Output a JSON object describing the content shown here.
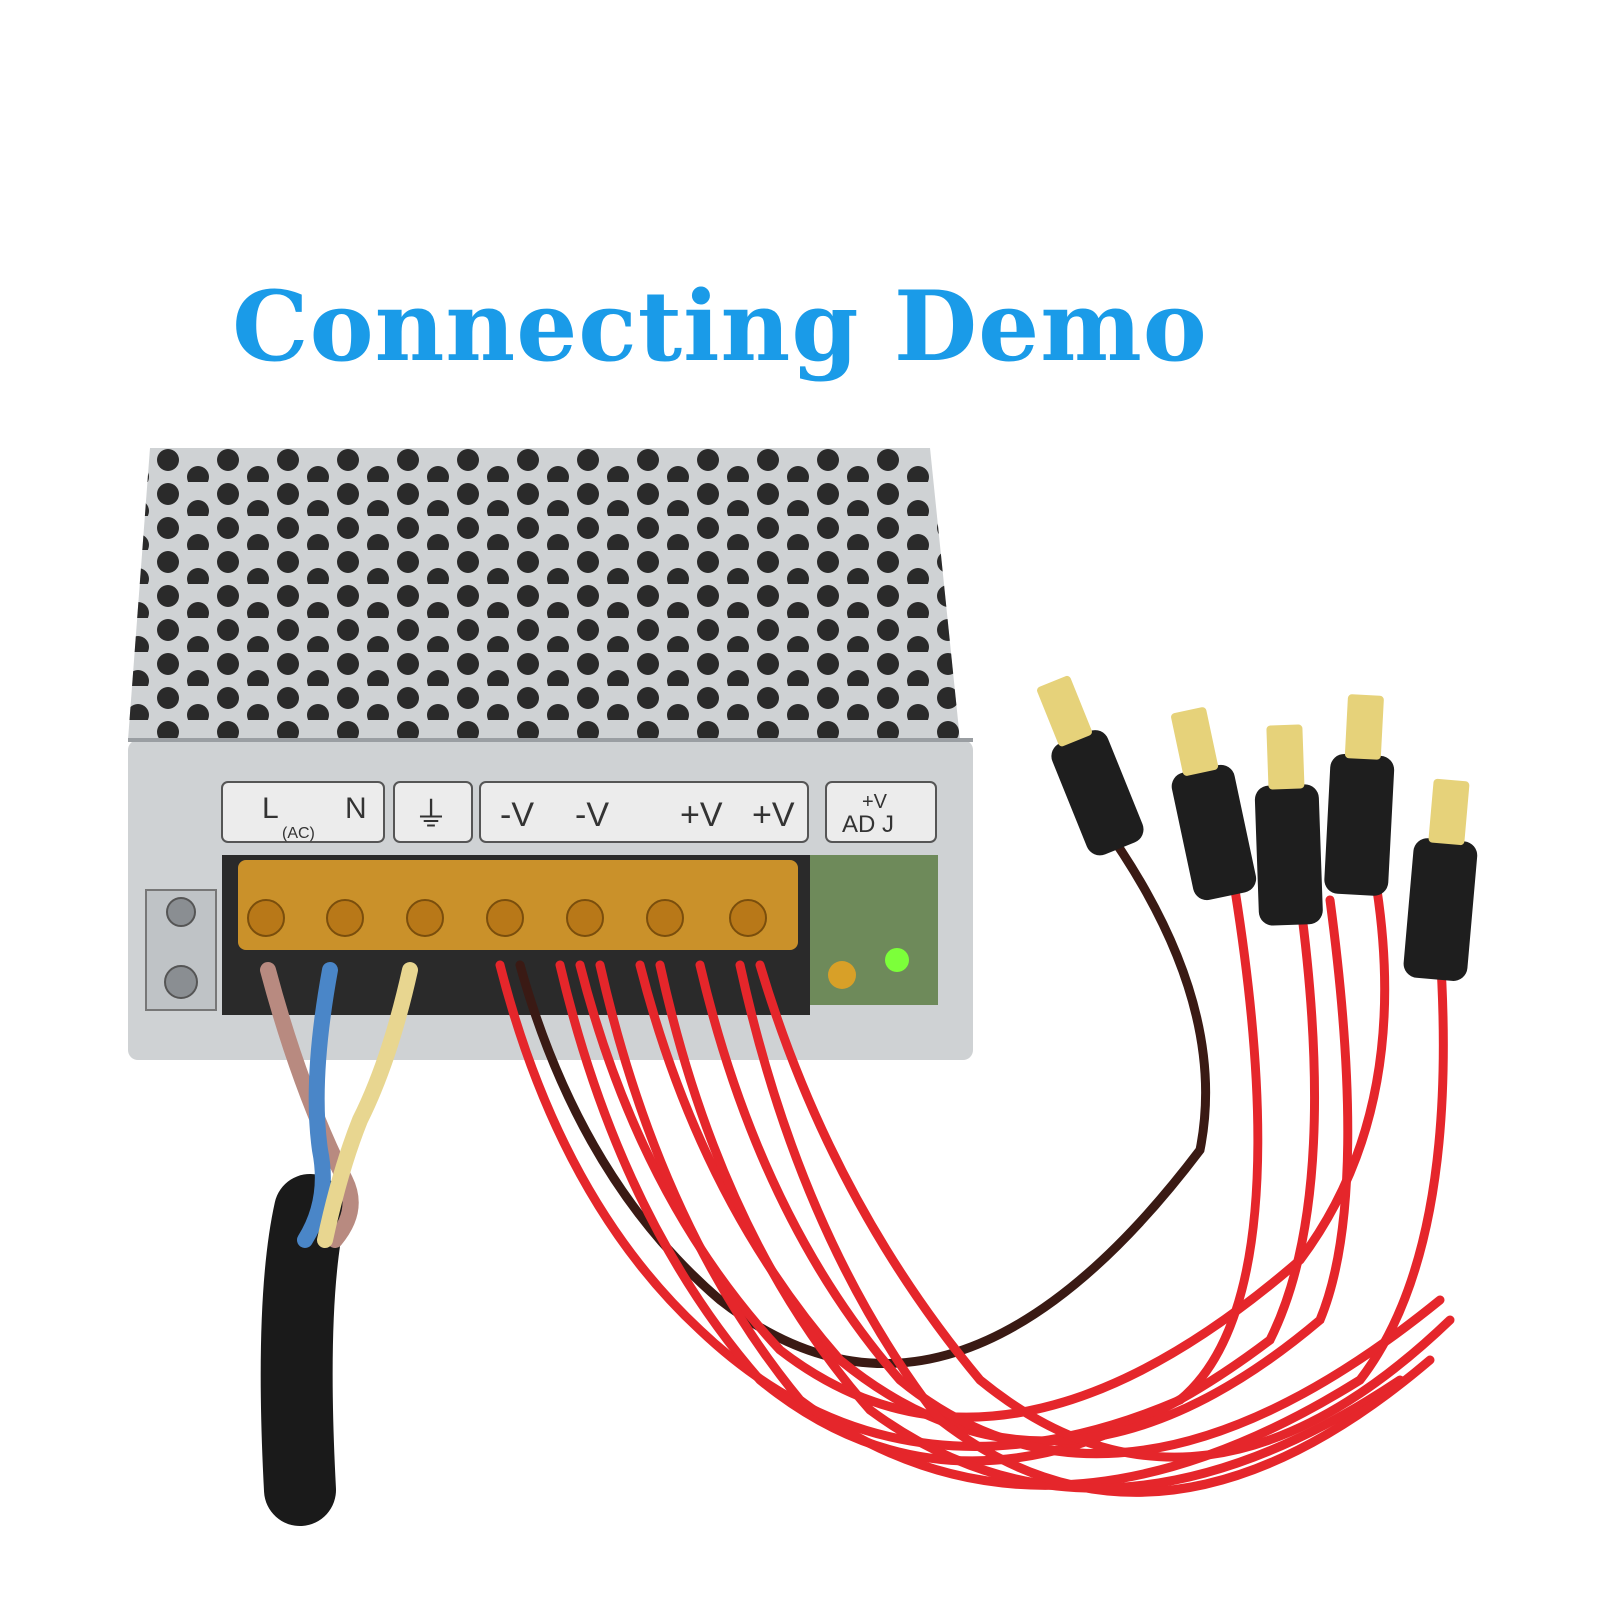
{
  "title": "Connecting Demo",
  "colors": {
    "title": "#1a9be8",
    "chassis": "#cfd2d4",
    "chassis_shadow": "#9a9ea2",
    "terminal_cover": "#d89a2a",
    "terminal_block": "#2a2a2a",
    "wire_red": "#e5262b",
    "wire_black": "#3a1a14",
    "wire_brown": "#b88a80",
    "wire_blue": "#4a86c8",
    "wire_yellow": "#e8d690",
    "cable": "#1a1a1a",
    "plug_body": "#1e1e1e",
    "plug_tip": "#e6d27a",
    "led": "#7cff3a",
    "pcb": "#6e8a5a"
  },
  "labels": {
    "line": "L",
    "neutral": "N",
    "ac": "(AC)",
    "ground": "⏚",
    "minus_v_1": "-V",
    "minus_v_2": "-V",
    "plus_v_1": "+V",
    "plus_v_2": "+V",
    "adj_top": "+V",
    "adj_bottom": "AD J"
  },
  "plug_count": 5
}
